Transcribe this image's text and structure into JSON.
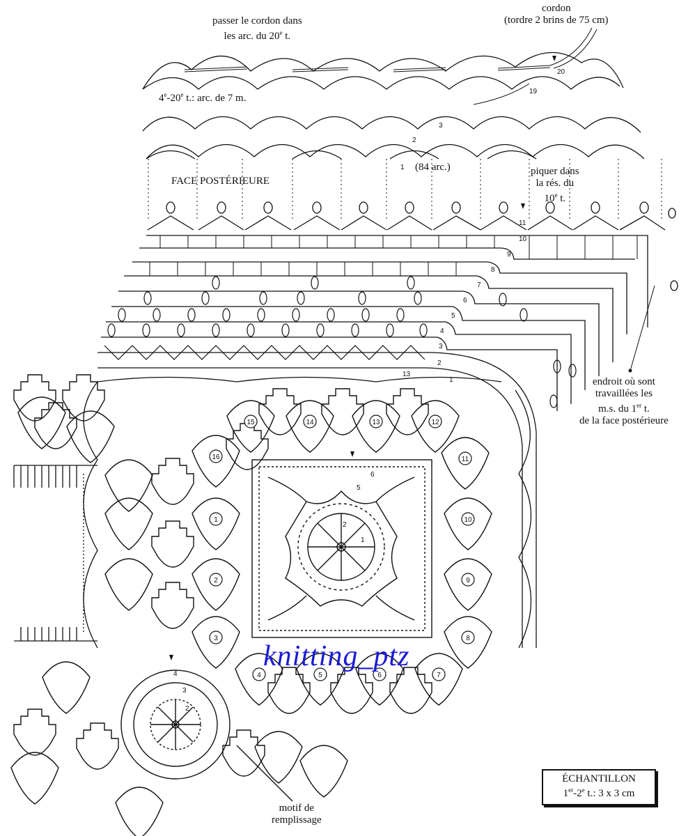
{
  "labels": {
    "cord_instruction_line1": "passer le cordon dans",
    "cord_instruction_line2": "les arc. du 20",
    "cord_instruction_sup": "e",
    "cord_instruction_tail": " t.",
    "cord_title": "cordon",
    "cord_detail": "(tordre 2 brins de 75 cm)",
    "arcs_rows_label": "4",
    "arcs_rows_sup1": "e",
    "arcs_rows_mid": "-20",
    "arcs_rows_sup2": "e",
    "arcs_rows_tail": " t.: arc. de 7 m.",
    "arc_count": "(84 arc.)",
    "back_face": "FACE POSTÉRIEURE",
    "insert_line1": "piquer dans",
    "insert_line2": "la rés. du",
    "insert_line3_pre": "10",
    "insert_line3_sup": "e",
    "insert_line3_tail": " t.",
    "location_line1": "endroit où sont",
    "location_line2": "travaillées les",
    "location_line3_pre": "m.s. du 1",
    "location_line3_sup": "er",
    "location_line3_tail": " t.",
    "location_line4": "de la face postérieure",
    "fill_motif_line1": "motif de",
    "fill_motif_line2": "remplissage",
    "watermark": "knitting_ptz",
    "sample_title": "ÉCHANTILLON",
    "sample_detail_pre": "1",
    "sample_detail_sup1": "er",
    "sample_detail_mid": "-2",
    "sample_detail_sup2": "e",
    "sample_detail_tail": " t.: 3 x 3 cm"
  },
  "round_numbers": {
    "top_band": [
      "19",
      "20"
    ],
    "upper_arcs": [
      "1",
      "2",
      "3"
    ],
    "back_rows": [
      "3",
      "4",
      "5",
      "6",
      "7",
      "8",
      "9",
      "10",
      "11",
      "13"
    ],
    "edge_marks": [
      "1",
      "2"
    ],
    "center_square": [
      "1",
      "2",
      "5",
      "6"
    ],
    "fill_motif": [
      "2",
      "3",
      "4"
    ]
  },
  "motif_numbers": [
    "1",
    "2",
    "3",
    "4",
    "5",
    "6",
    "7",
    "8",
    "9",
    "10",
    "11",
    "12",
    "13",
    "14",
    "15",
    "16"
  ],
  "colors": {
    "ink": "#111111",
    "background": "#ffffff",
    "watermark": "#1b1bd8"
  }
}
